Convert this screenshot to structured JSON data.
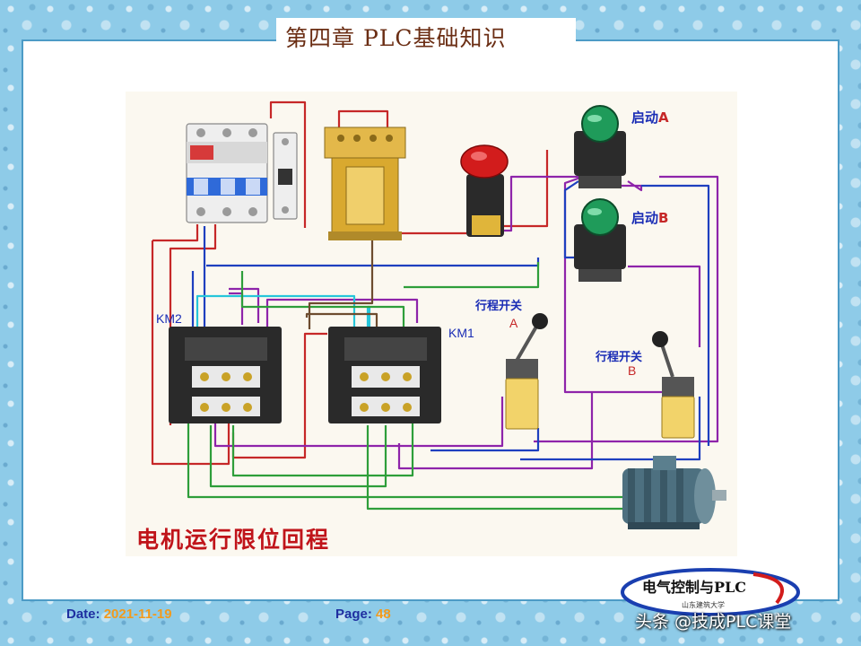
{
  "slide": {
    "title": "第四章  PLC基础知识"
  },
  "diagram": {
    "labels": {
      "km2": "KM2",
      "km1": "KM1",
      "start_a_prefix": "启动",
      "start_a_letter": "A",
      "start_b_prefix": "启动",
      "start_b_letter": "B",
      "limit_a_name": "行程开关",
      "limit_a_letter": "A",
      "limit_b_name": "行程开关",
      "limit_b_letter": "B",
      "caption": "电机运行限位回程"
    },
    "colors": {
      "wire_red": "#c62828",
      "wire_purple": "#8e24aa",
      "wire_green": "#2e9e3a",
      "wire_blue": "#1e3fbf",
      "wire_cyan": "#26c6da",
      "wire_brown": "#6d4c2f",
      "label_blue": "#1a2db5",
      "caption_red": "#c0141a"
    }
  },
  "footer": {
    "date_label": "Date:",
    "date_value": "2021-11-19",
    "page_label": "Page:",
    "page_value": "48"
  },
  "logo": {
    "text": "电气控制与PLC",
    "subtext": "山东建筑大学"
  },
  "watermark": "头条 @技成PLC课堂"
}
